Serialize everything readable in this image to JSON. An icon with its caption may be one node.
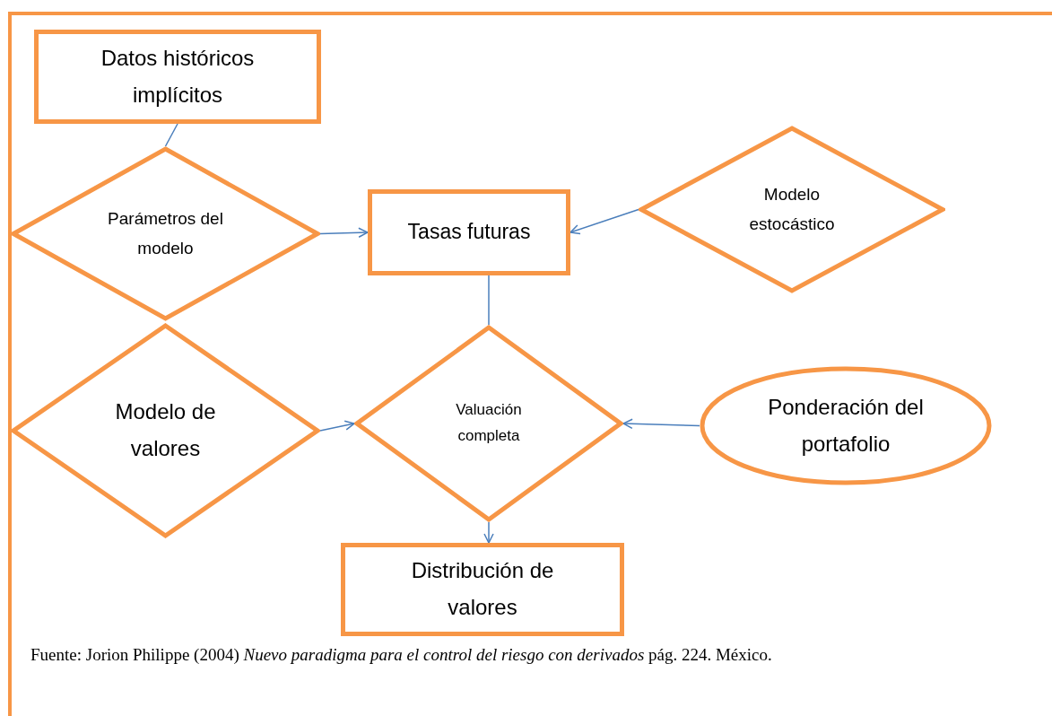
{
  "diagram": {
    "caption": "Fuente: Jorion Philippe (2004) *Nuevo paradigma para el control del riesgo con derivados* pág. 224. México.",
    "nodes": [
      {
        "text": [
          "Datos históricos implícitos"
        ]
      },
      {
        "text": [
          "Parámetros del modelo"
        ]
      },
      {
        "text": [
          "Tasas futuras"
        ]
      },
      {
        "text": [
          "Modelo estocástico"
        ]
      },
      {
        "text": [
          "Modelo de valores"
        ]
      },
      {
        "text": [
          "Valuación completa"
        ]
      },
      {
        "text": [
          "Ponderación del portafolio"
        ]
      },
      {
        "text": [
          "Distribución de valores"
        ]
      }
    ],
    "edges": [
      {
        "from": 0,
        "to": 1,
        "arrow": "none"
      },
      {
        "from": 1,
        "to": 2,
        "arrow": "to"
      },
      {
        "from": 3,
        "to": 2,
        "arrow": "to"
      },
      {
        "from": 2,
        "to": 5,
        "arrow": "none"
      },
      {
        "from": 4,
        "to": 5,
        "arrow": "to"
      },
      {
        "from": 6,
        "to": 5,
        "arrow": "to"
      },
      {
        "from": 5,
        "to": 7,
        "arrow": "to"
      }
    ]
  }
}
